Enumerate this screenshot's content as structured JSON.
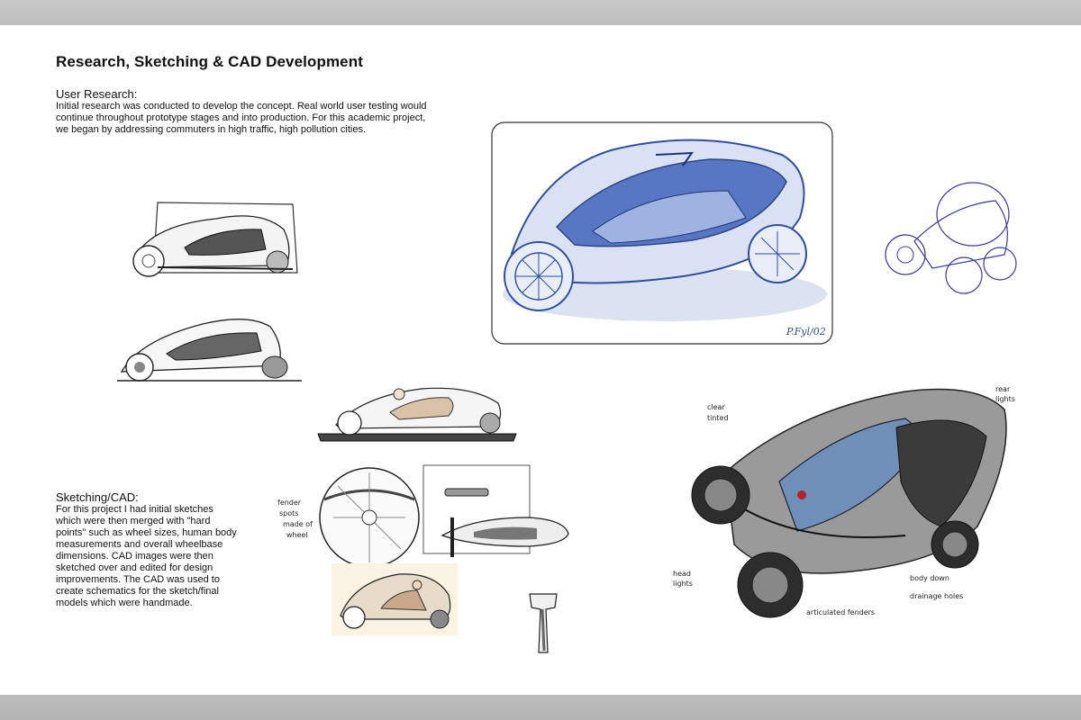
{
  "page": {
    "title": "Research, Sketching & CAD Development"
  },
  "sections": {
    "research": {
      "heading": "User Research:",
      "body": "Initial research was conducted to develop the concept. Real world user testing would continue throughout prototype stages and into production. For this academic project, we began by addressing commuters in high traffic, high pollution cities."
    },
    "sketching": {
      "heading": "Sketching/CAD:",
      "body": "For this project I had initial sketches which were then merged with \"hard points\" such as wheel sizes, human body measurements and overall wheelbase dimensions. CAD images were then sketched over and edited for design improvements. The CAD was used to create schematics for the sketch/final models which were handmade."
    }
  },
  "sketch_notes": {
    "signature": "P.Fyl/02",
    "fender": [
      "fender",
      "spots",
      "made of",
      "wheel"
    ],
    "cad": [
      "clear",
      "tinted",
      "head",
      "lights",
      "rear",
      "lights",
      "articulated fenders",
      "body down",
      "drainage holes"
    ]
  },
  "colors": {
    "page": "#ffffff",
    "band": "#bdbdbd",
    "ink": "#1a1a1a",
    "blue_pencil": "#2f4f9e",
    "cad_blue": "#6f8fb8",
    "cad_dark": "#2d2d2d"
  }
}
